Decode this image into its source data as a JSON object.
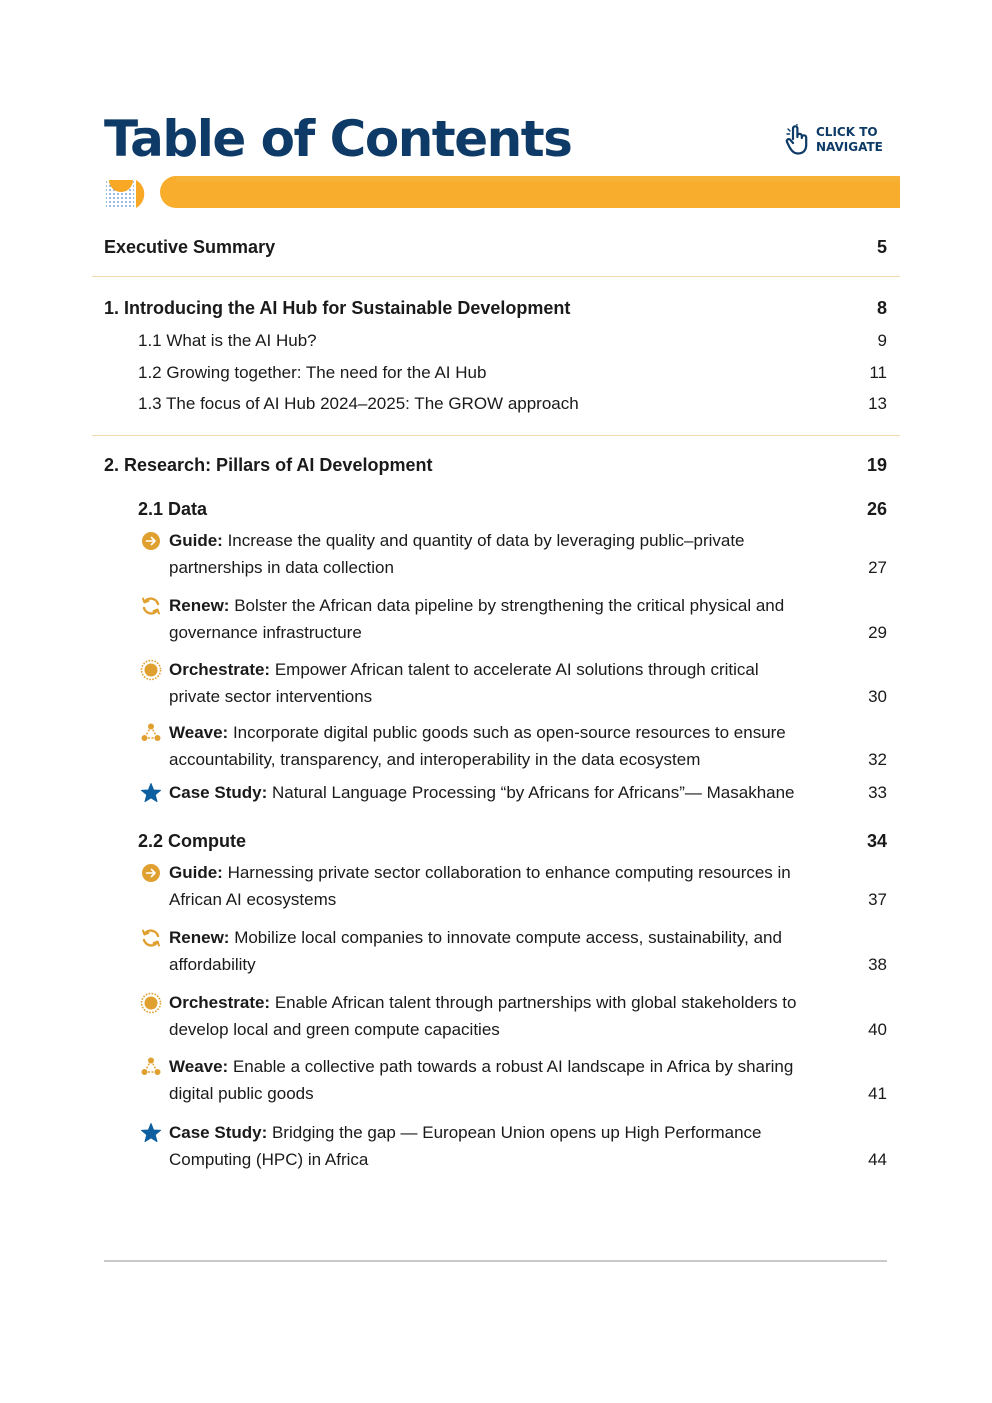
{
  "header": {
    "title": "Table of Contents",
    "nav_hint_line1": "CLICK TO",
    "nav_hint_line2": "NAVIGATE"
  },
  "colors": {
    "navy": "#0d3a66",
    "accent": "#f9a825",
    "gold": "#e0a030",
    "divider": "#f3dcae"
  },
  "toc": {
    "exec_summary": {
      "label": "Executive Summary",
      "page": "5"
    },
    "ch1": {
      "label": "1. Introducing the AI Hub for Sustainable Development",
      "page": "8",
      "sections": [
        {
          "label": "1.1 What is the AI Hub?",
          "page": "9"
        },
        {
          "label": "1.2 Growing together: The need for the AI Hub",
          "page": "11"
        },
        {
          "label": "1.3 The focus of AI Hub 2024–2025: The GROW approach",
          "page": "13"
        }
      ]
    },
    "ch2": {
      "label": "2. Research: Pillars of AI Development",
      "page": "19",
      "data": {
        "label": "2.1 Data",
        "page": "26",
        "items": [
          {
            "icon": "arrow-circle-icon",
            "kw": "Guide:",
            "text": " Increase the quality and quantity of data by leveraging public–private partnerships in data collection",
            "page": "27"
          },
          {
            "icon": "refresh-circle-icon",
            "kw": "Renew:",
            "text": " Bolster the African data pipeline by strengthening the critical physical and governance infrastructure",
            "page": "29"
          },
          {
            "icon": "sun-icon",
            "kw": "Orchestrate:",
            "text": " Empower African talent to accelerate AI solutions through critical private sector interventions",
            "page": "30"
          },
          {
            "icon": "network-icon",
            "kw": "Weave:",
            "text": " Incorporate digital public goods such as open-source resources to ensure accountability, transparency, and interoperability in the data ecosystem",
            "page": "32"
          },
          {
            "icon": "star-icon",
            "kw": "Case Study:",
            "text": " Natural Language Processing “by Africans for Africans”— Masakhane",
            "page": "33"
          }
        ]
      },
      "compute": {
        "label": "2.2 Compute",
        "page": "34",
        "items": [
          {
            "icon": "arrow-circle-icon",
            "kw": "Guide:",
            "text": " Harnessing private sector collaboration to enhance computing resources in African AI ecosystems",
            "page": "37"
          },
          {
            "icon": "refresh-circle-icon",
            "kw": "Renew:",
            "text": " Mobilize local companies to innovate compute access, sustainability, and affordability",
            "page": "38"
          },
          {
            "icon": "sun-icon",
            "kw": "Orchestrate:",
            "text": " Enable African talent through partnerships with global stakeholders to develop local and green compute capacities",
            "page": "40"
          },
          {
            "icon": "network-icon",
            "kw": "Weave:",
            "text": " Enable a collective path towards a robust AI landscape in Africa by sharing digital public goods",
            "page": "41"
          },
          {
            "icon": "star-icon",
            "kw": "Case Study:",
            "text": " Bridging the gap — European Union opens up High Performance Computing (HPC) in Africa",
            "page": "44"
          }
        ]
      }
    }
  }
}
